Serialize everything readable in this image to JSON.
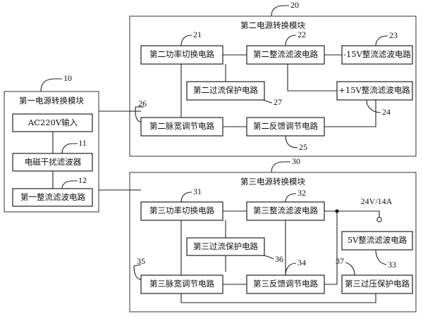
{
  "module1": {
    "title": "第一电源转换模块",
    "ref": "10",
    "blocks": {
      "input": "AC220V输入",
      "emi": "电磁干扰滤波器",
      "rect1": "第一整流滤波电路"
    },
    "refs": {
      "emi": "11",
      "rect1": "12"
    }
  },
  "module2": {
    "title": "第二电源转换模块",
    "ref": "20",
    "blocks": {
      "power_switch": "第二功率切换电路",
      "rectifier": "第二整流滤波电路",
      "neg15v": "-15V整流滤波电路",
      "overcurrent": "第二过流保护电路",
      "pos15v": "+15V整流滤波电路",
      "pwm": "第二脉宽调节电路",
      "feedback": "第二反馈调节电路"
    },
    "refs": {
      "power_switch": "21",
      "rectifier": "22",
      "neg15v": "23",
      "pos15v": "24",
      "feedback": "25",
      "pwm": "26",
      "overcurrent": "27"
    }
  },
  "module3": {
    "title": "第三电源转换模块",
    "ref": "30",
    "output_label": "24V/14A",
    "blocks": {
      "power_switch": "第三功率切换电路",
      "rectifier": "第三整流滤波电路",
      "overcurrent": "第三过流保护电路",
      "out5v": "5V整流滤波电路",
      "pwm": "第三脉宽调节电路",
      "feedback": "第三反馈调节电路",
      "overvoltage": "第三过压保护电路"
    },
    "refs": {
      "power_switch": "31",
      "rectifier": "32",
      "out5v": "33",
      "feedback": "34",
      "pwm": "35",
      "overcurrent": "36",
      "overvoltage": "37"
    }
  }
}
